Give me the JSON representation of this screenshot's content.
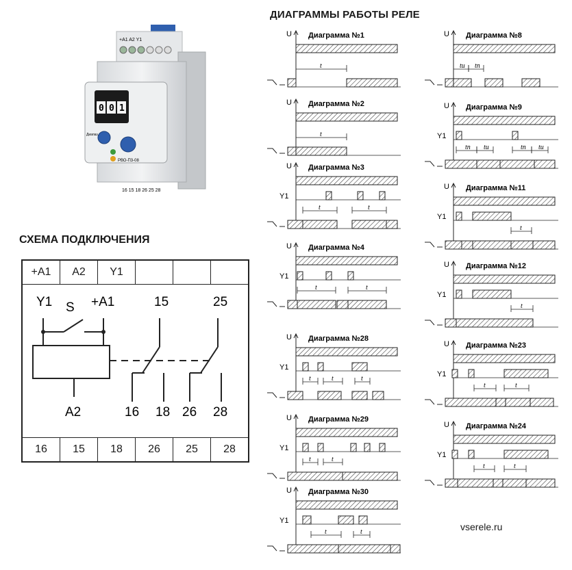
{
  "title": "ДИАГРАММЫ РАБОТЫ РЕЛЕ",
  "scheme_title": "СХЕМА ПОДКЛЮЧЕНИЯ",
  "website": "vserele.ru",
  "device": {
    "top_terminals": "+A1 A2  Y1",
    "model": "РВО-П3-08",
    "display_digits": [
      "0",
      "0",
      "1"
    ],
    "bottom_terminals": "16  15  18  26  25  28",
    "knob_label": "Диапаз."
  },
  "wiring": {
    "top_terminals": [
      "+A1",
      "A2",
      "Y1",
      "",
      "",
      ""
    ],
    "bottom_terminals": [
      "16",
      "15",
      "18",
      "26",
      "25",
      "28"
    ],
    "labels": {
      "y1": "Y1",
      "s": "S",
      "a1": "+A1",
      "a2": "A2",
      "c15": "15",
      "c25": "25",
      "c16": "16",
      "c18": "18",
      "c26": "26",
      "c28": "28"
    }
  },
  "signal_labels": {
    "u": "U",
    "y1": "Y1",
    "t": "t",
    "ti": "tи",
    "tp": "tп"
  },
  "diagrams": [
    {
      "id": "d1",
      "title": "Диаграмма №1"
    },
    {
      "id": "d2",
      "title": "Диаграмма №2"
    },
    {
      "id": "d3",
      "title": "Диаграмма №3"
    },
    {
      "id": "d4",
      "title": "Диаграмма №4"
    },
    {
      "id": "d28",
      "title": "Диаграмма №28"
    },
    {
      "id": "d29",
      "title": "Диаграмма №29"
    },
    {
      "id": "d30",
      "title": "Диаграмма №30"
    },
    {
      "id": "d8",
      "title": "Диаграмма №8"
    },
    {
      "id": "d9",
      "title": "Диаграмма №9"
    },
    {
      "id": "d11",
      "title": "Диаграмма №11"
    },
    {
      "id": "d12",
      "title": "Диаграмма №12"
    },
    {
      "id": "d23",
      "title": "Диаграмма №23"
    },
    {
      "id": "d24",
      "title": "Диаграмма №24"
    }
  ]
}
